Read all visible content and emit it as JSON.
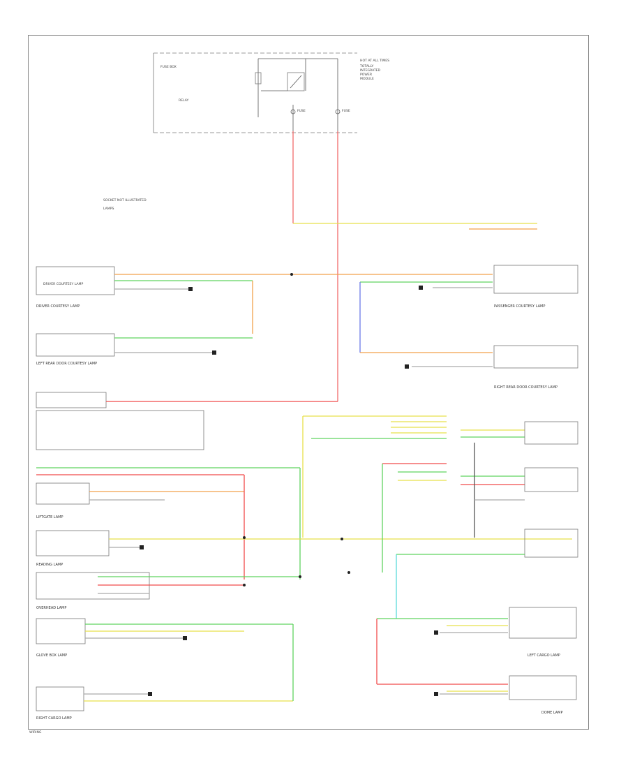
{
  "labels": {
    "note_a": "SOCKET NOT ILLUSTRATED",
    "note_b": "LAMPS",
    "driver_courtesy": "DRIVER COURTESY LAMP",
    "passenger_courtesy": "PASSENGER COURTESY LAMP",
    "left_rear_door": "LEFT REAR DOOR COURTESY LAMP",
    "right_rear_door": "RIGHT REAR DOOR COURTESY LAMP",
    "liftgate_lamp": "LIFTGATE LAMP",
    "overhead_lamp": "OVERHEAD LAMP",
    "reading_lamp": "READING LAMP",
    "glove_box": "GLOVE BOX LAMP",
    "right_cargo": "RIGHT CARGO LAMP",
    "left_cargo": "LEFT CARGO LAMP",
    "dome_lamp": "DOME LAMP",
    "footer": "WIRING"
  },
  "colors": {
    "orange": "#f2a04a",
    "green": "#5fd35f",
    "yellow": "#e8e04a",
    "red": "#f04a4a",
    "blue": "#6a7ae8",
    "cyan": "#5adada",
    "black": "#222222"
  }
}
